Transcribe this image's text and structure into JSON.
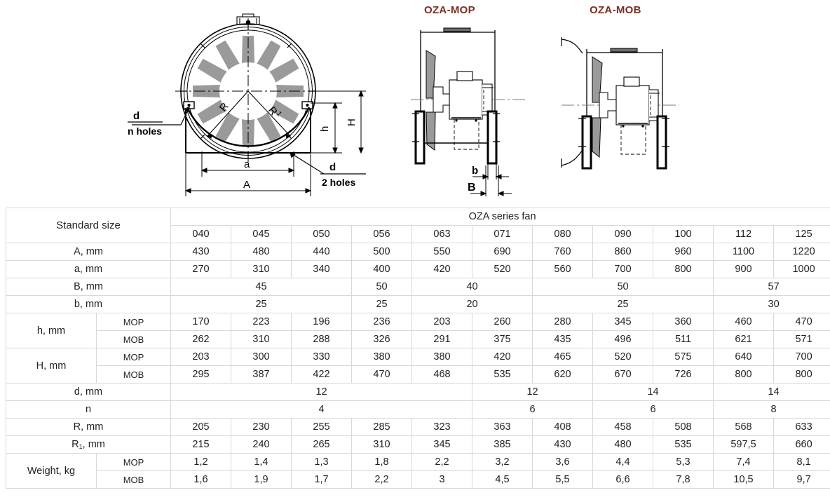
{
  "drawings": {
    "front_view": {
      "labels": {
        "d_top": "d",
        "n_holes": "n holes",
        "d_bottom": "d",
        "two_holes": "2 holes",
        "R": "R",
        "R1": "R",
        "R1_sub": "1",
        "h": "h",
        "H": "H",
        "a": "a",
        "A": "A"
      }
    },
    "side_view_mop": {
      "title": "OZA-MOP",
      "labels": {
        "b": "b",
        "B": "B"
      }
    },
    "side_view_mob": {
      "title": "OZA-MOB",
      "labels": {}
    }
  },
  "table": {
    "corner_label": "Standard size",
    "group_header": "OZA series fan",
    "sizes": [
      "040",
      "045",
      "050",
      "056",
      "063",
      "071",
      "080",
      "090",
      "100",
      "112",
      "125"
    ],
    "rows": [
      {
        "label": "A, mm",
        "sub": null,
        "type": "plain",
        "values": [
          "430",
          "480",
          "440",
          "500",
          "550",
          "690",
          "760",
          "860",
          "960",
          "1100",
          "1220"
        ]
      },
      {
        "label": "a, mm",
        "sub": null,
        "type": "plain",
        "values": [
          "270",
          "310",
          "340",
          "400",
          "420",
          "520",
          "560",
          "700",
          "800",
          "900",
          "1000"
        ]
      },
      {
        "label": "B, mm",
        "sub": null,
        "type": "merged",
        "cells": [
          {
            "value": "45",
            "span": 3
          },
          {
            "value": "50",
            "span": 1
          },
          {
            "value": "40",
            "span": 2
          },
          {
            "value": "50",
            "span": 3
          },
          {
            "value": "57",
            "span": 2
          }
        ]
      },
      {
        "label": "b, mm",
        "sub": null,
        "type": "merged",
        "cells": [
          {
            "value": "25",
            "span": 3
          },
          {
            "value": "25",
            "span": 1
          },
          {
            "value": "20",
            "span": 2
          },
          {
            "value": "25",
            "span": 3
          },
          {
            "value": "30",
            "span": 2
          }
        ]
      },
      {
        "label": "h, mm",
        "sub": "MOP",
        "type": "plain",
        "values": [
          "170",
          "223",
          "196",
          "236",
          "203",
          "260",
          "280",
          "345",
          "360",
          "460",
          "470"
        ]
      },
      {
        "label": "h, mm",
        "sub": "MOB",
        "type": "plain",
        "values": [
          "262",
          "310",
          "288",
          "326",
          "291",
          "375",
          "435",
          "496",
          "511",
          "621",
          "571"
        ]
      },
      {
        "label": "H, mm",
        "sub": "MOP",
        "type": "plain",
        "values": [
          "203",
          "300",
          "330",
          "380",
          "380",
          "420",
          "465",
          "520",
          "575",
          "640",
          "700"
        ]
      },
      {
        "label": "H, mm",
        "sub": "MOB",
        "type": "plain",
        "values": [
          "295",
          "387",
          "422",
          "470",
          "468",
          "535",
          "620",
          "670",
          "726",
          "800",
          "800"
        ]
      },
      {
        "label": "d, mm",
        "sub": null,
        "type": "merged",
        "cells": [
          {
            "value": "12",
            "span": 5
          },
          {
            "value": "12",
            "span": 2
          },
          {
            "value": "14",
            "span": 2
          },
          {
            "value": "14",
            "span": 2
          }
        ]
      },
      {
        "label": "n",
        "sub": null,
        "type": "merged",
        "cells": [
          {
            "value": "4",
            "span": 5
          },
          {
            "value": "6",
            "span": 2
          },
          {
            "value": "6",
            "span": 2
          },
          {
            "value": "8",
            "span": 2
          }
        ]
      },
      {
        "label": "R, mm",
        "sub": null,
        "type": "plain",
        "values": [
          "205",
          "230",
          "255",
          "285",
          "323",
          "363",
          "408",
          "458",
          "508",
          "568",
          "633"
        ]
      },
      {
        "label": "R1, mm",
        "sub": null,
        "type": "plain",
        "values": [
          "215",
          "240",
          "265",
          "310",
          "345",
          "385",
          "430",
          "480",
          "535",
          "597,5",
          "660"
        ]
      },
      {
        "label": "Weight, kg",
        "sub": "MOP",
        "type": "plain",
        "values": [
          "1,2",
          "1,4",
          "1,3",
          "1,8",
          "2,2",
          "3,2",
          "3,6",
          "4,4",
          "5,3",
          "7,4",
          "8,1"
        ]
      },
      {
        "label": "Weight, kg",
        "sub": "MOB",
        "type": "plain",
        "values": [
          "1,6",
          "1,9",
          "1,7",
          "2,2",
          "3",
          "4,5",
          "5,5",
          "6,6",
          "7,8",
          "10,5",
          "9,7"
        ]
      }
    ]
  },
  "colors": {
    "header_fill": "#dc9e90",
    "title_text": "#7b2f22",
    "grid_line": "#d8d8d8",
    "blade_fill": "#9a9a9a",
    "line": "#000000"
  }
}
